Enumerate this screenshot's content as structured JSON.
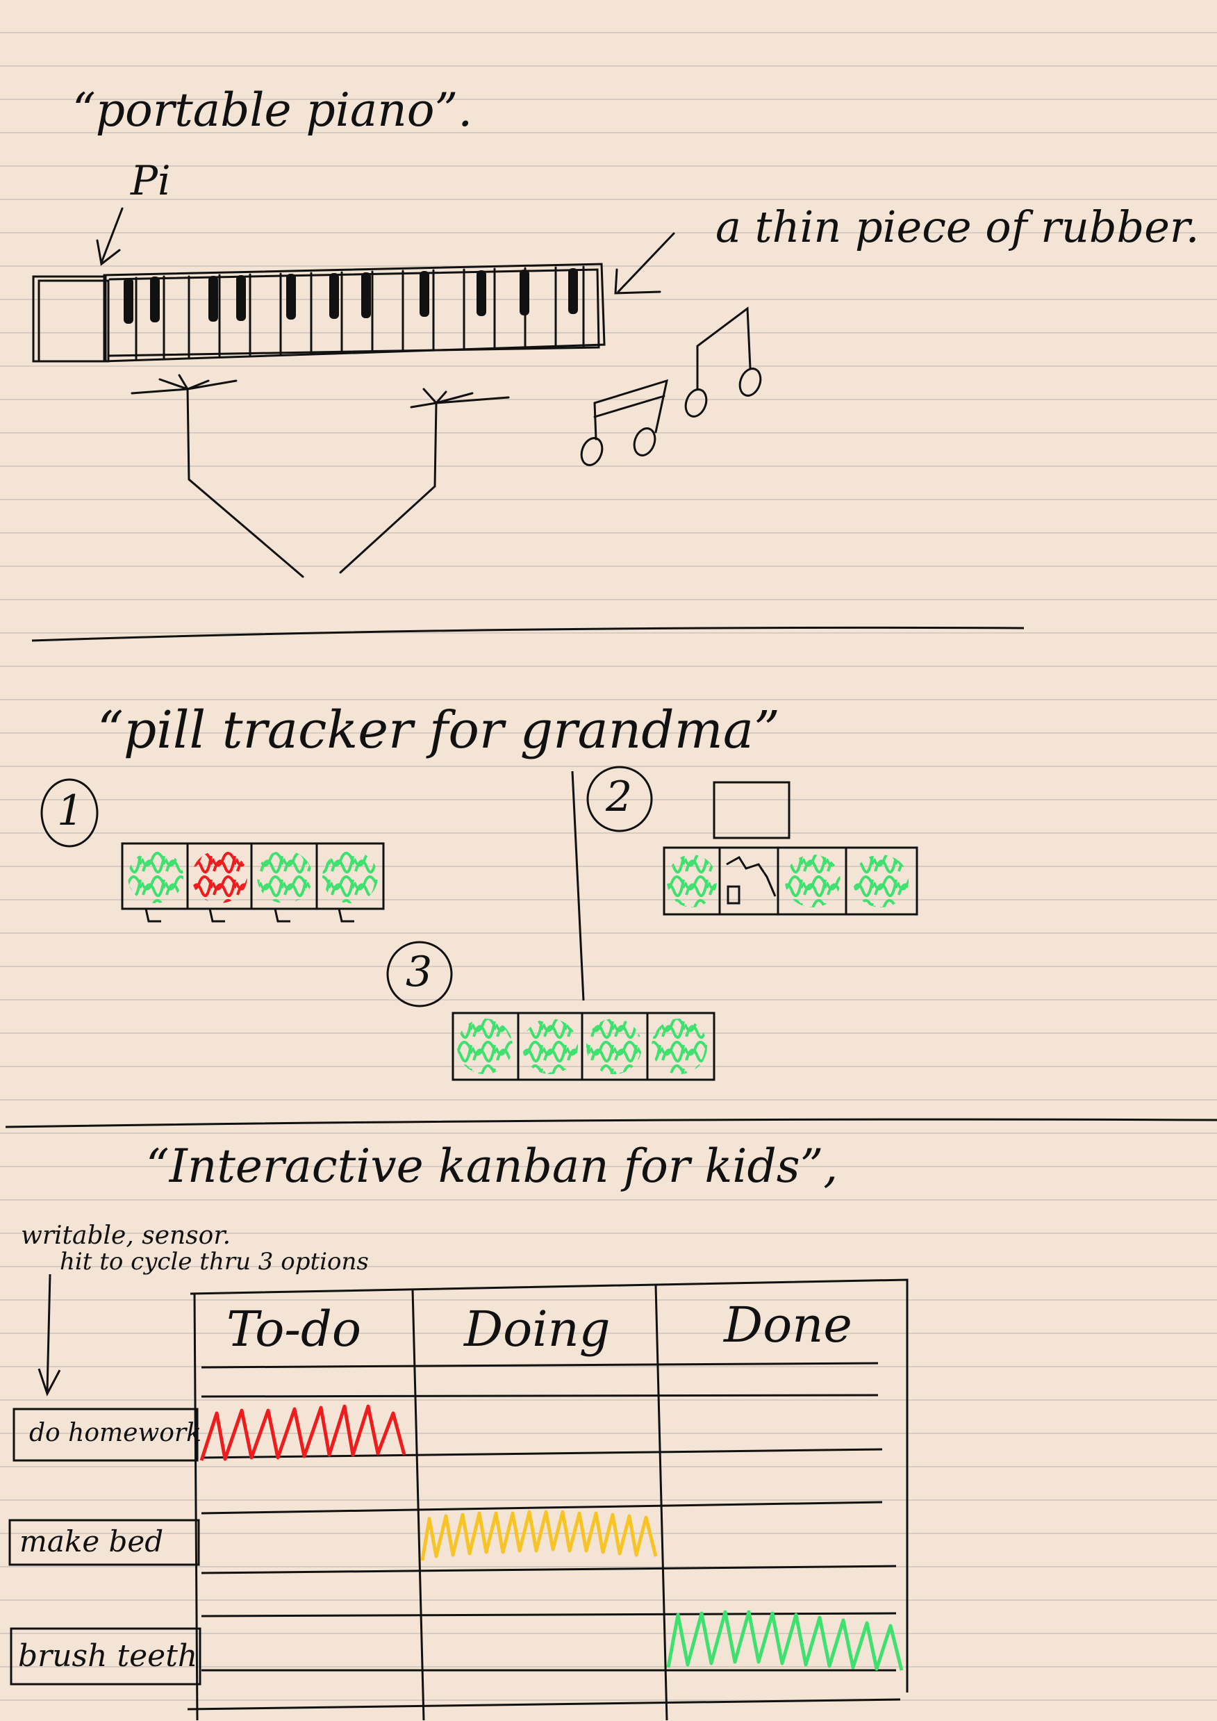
{
  "sections": {
    "piano": {
      "title": "“portable piano”.",
      "pi_label": "Pi",
      "rubber_note": "a thin piece of rubber."
    },
    "pill": {
      "title": "“pill tracker for grandma”",
      "options": [
        {
          "number": "1",
          "slots": [
            "green",
            "red",
            "green",
            "green"
          ]
        },
        {
          "number": "2",
          "slots": [
            "green",
            "device",
            "green",
            "green"
          ]
        },
        {
          "number": "3",
          "slots": [
            "green",
            "green",
            "green",
            "green"
          ]
        }
      ]
    },
    "kanban": {
      "title": "“Interactive kanban for kids”,",
      "note_line1": "writable, sensor.",
      "note_line2": "hit to cycle thru 3 options",
      "columns": [
        "To-do",
        "Doing",
        "Done"
      ],
      "tasks": [
        {
          "label": "do homework",
          "status_color": "red"
        },
        {
          "label": "make bed",
          "status_color": "yellow"
        },
        {
          "label": "brush teeth",
          "status_color": "green"
        }
      ]
    }
  },
  "colors": {
    "paper": "#f3e4d6",
    "ink": "#111111",
    "green": "#3ee06e",
    "red": "#ee1c1c",
    "yellow": "#f7c325"
  }
}
